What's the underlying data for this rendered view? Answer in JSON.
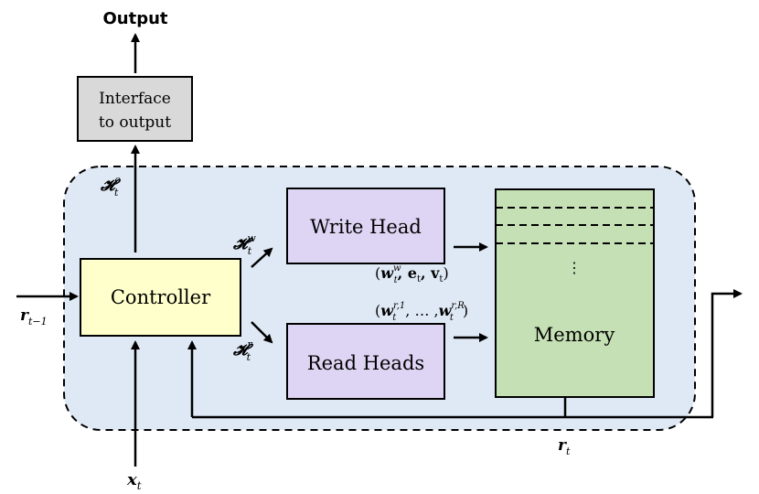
{
  "labels": {
    "output": "Output",
    "interface_line1": "Interface",
    "interface_line2": "to output",
    "controller": "Controller",
    "write_head": "Write Head",
    "read_heads": "Read Heads",
    "memory": "Memory",
    "memory_dots": "⋮"
  },
  "math": {
    "h_o_base": "𝓗",
    "h_o_sup": "o",
    "h_o_sub": "t",
    "h_w_base": "𝓗",
    "h_w_sup": "w",
    "h_w_sub": "t",
    "h_r_base": "𝓗",
    "h_r_sup": "r",
    "h_r_sub": "t",
    "r_prev_base": "r",
    "r_prev_sub": "t−1",
    "x_base": "x",
    "x_sub": "t",
    "r_t_base": "r",
    "r_t_sub": "t",
    "write_params": {
      "open": "(",
      "w": "w",
      "w_sup": "w",
      "w_sub": "t",
      "sep1": ", ",
      "e": "e",
      "e_sub": "t",
      "sep2": ", ",
      "v": "v",
      "v_sub": "t",
      "close": ")"
    },
    "read_params": {
      "open": "(",
      "w1": "w",
      "w1_sup": "r,1",
      "w1_sub": "t",
      "mid": ", … ,",
      "wR": "w",
      "wR_sup": "r,R",
      "wR_sub": "t",
      "close": ")"
    }
  },
  "colors": {
    "region_fill": "#dfe9f5",
    "interface_fill": "#d9d9d9",
    "controller_fill": "#ffffcc",
    "head_fill": "#ddd5f3",
    "memory_fill": "#c5e0b4",
    "stroke": "#000000"
  }
}
